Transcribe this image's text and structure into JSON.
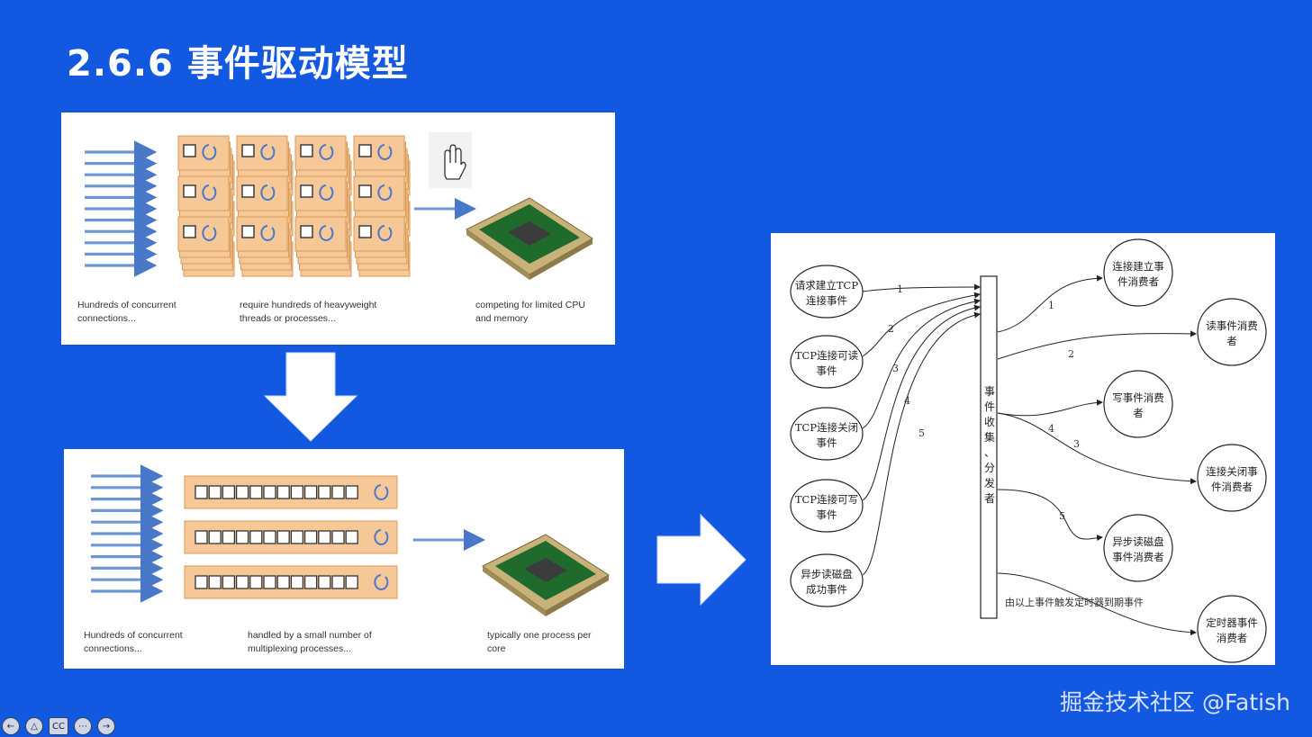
{
  "slide": {
    "title": "2.6.6 事件驱动模型",
    "watermark": "掘金技术社区 @Fatish"
  },
  "top_panel": {
    "captions": [
      "Hundreds of concurrent connections...",
      "require hundreds of heavyweight threads or processes...",
      "competing for limited CPU and memory"
    ]
  },
  "bottom_panel": {
    "captions": [
      "Hundreds of concurrent connections...",
      "handled by a small number of multiplexing processes...",
      "typically one process per core"
    ]
  },
  "event_diagram": {
    "sources": [
      {
        "line1": "请求建立TCP",
        "line2": "连接事件"
      },
      {
        "line1": "TCP连接可读",
        "line2": "事件"
      },
      {
        "line1": "TCP连接关闭",
        "line2": "事件"
      },
      {
        "line1": "TCP连接可写",
        "line2": "事件"
      },
      {
        "line1": "异步读磁盘",
        "line2": "成功事件"
      }
    ],
    "source_edge_labels": [
      "1",
      "2",
      "3",
      "4",
      "5"
    ],
    "dispatcher_label_chars": [
      "事",
      "件",
      "收",
      "集",
      "、",
      "分",
      "发",
      "者"
    ],
    "consumers": [
      {
        "line1": "连接建立事",
        "line2": "件消费者"
      },
      {
        "line1": "读事件消费",
        "line2": "者"
      },
      {
        "line1": "写事件消费",
        "line2": "者"
      },
      {
        "line1": "连接关闭事",
        "line2": "件消费者"
      },
      {
        "line1": "异步读磁盘",
        "line2": "事件消费者"
      },
      {
        "line1": "定时器事件",
        "line2": "消费者"
      }
    ],
    "consumer_edge_labels": [
      "1",
      "2",
      "4",
      "3",
      "5"
    ],
    "timer_note": "由以上事件触发定时器到期事件"
  },
  "colors": {
    "background": "#1358e0",
    "panel": "#ffffff",
    "arrow_blue": "#4a78c8",
    "slot_orange": "#f3c79a",
    "chip_green": "#1f6b2b"
  },
  "controls": [
    {
      "icon": "back-icon",
      "glyph": "←"
    },
    {
      "icon": "pointer-icon",
      "glyph": "△"
    },
    {
      "icon": "captions-icon",
      "glyph": "CC"
    },
    {
      "icon": "more-icon",
      "glyph": "⋯"
    },
    {
      "icon": "forward-icon",
      "glyph": "→"
    }
  ]
}
